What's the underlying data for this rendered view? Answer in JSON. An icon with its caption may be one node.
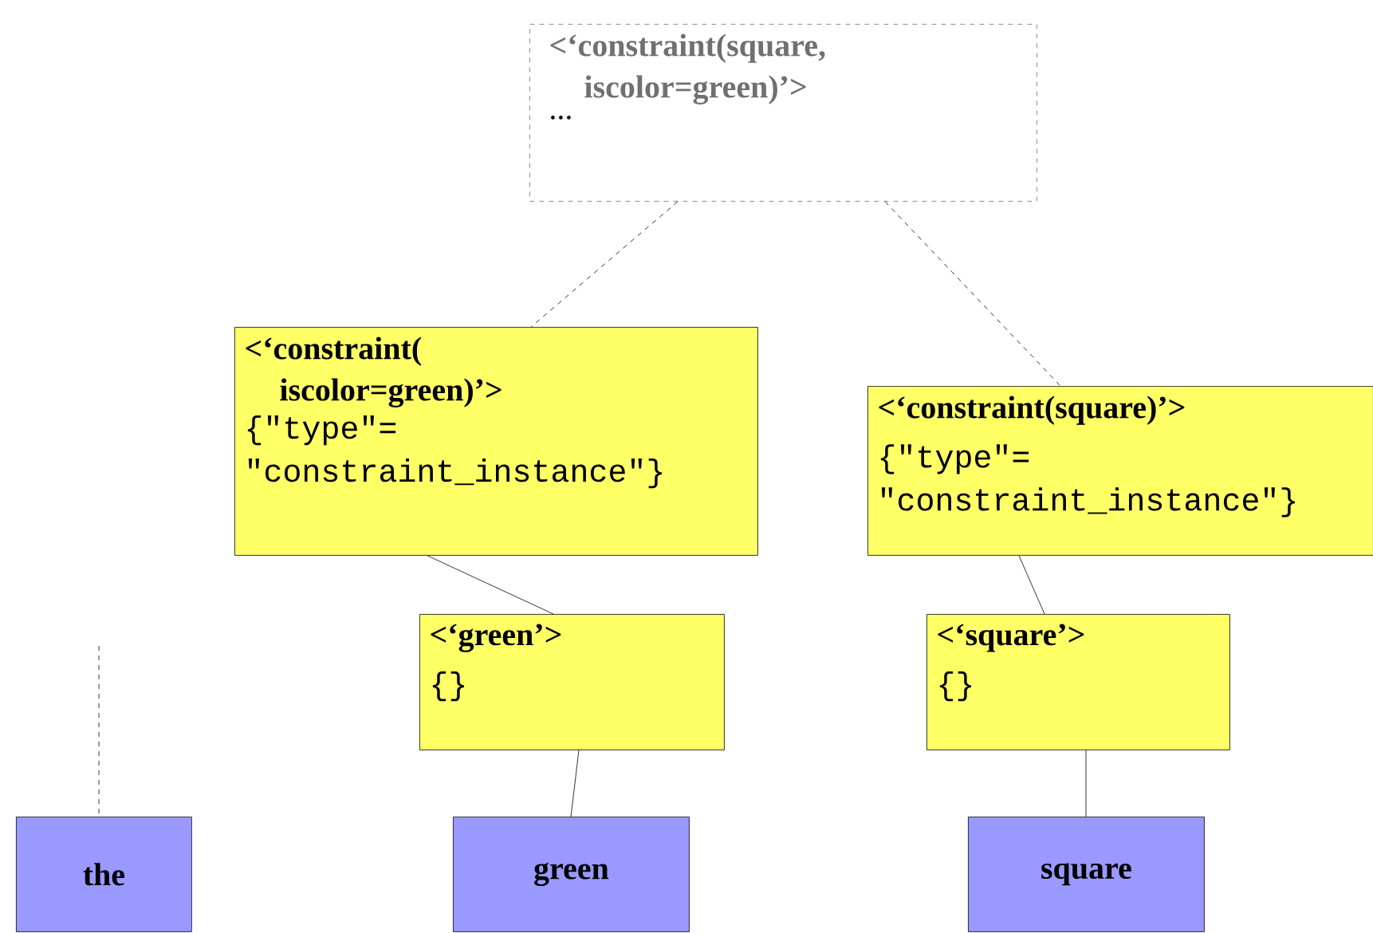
{
  "diagram": {
    "nodes": [
      {
        "text": [
          "<‘constraint(square, iscolor=green)’>",
          "..."
        ]
      },
      {
        "text": [
          "<‘constraint( iscolor=green)’>",
          "{\"type\"= \"constraint_instance\"}"
        ]
      },
      {
        "text": [
          "<‘constraint(square)’>",
          "{\"type\"= \"constraint_instance\"}"
        ]
      },
      {
        "text": [
          "<‘green’>",
          "{}"
        ]
      },
      {
        "text": [
          "<‘square’>",
          "{}"
        ]
      },
      {
        "text": [
          "the"
        ]
      },
      {
        "text": [
          "green"
        ]
      },
      {
        "text": [
          "square"
        ]
      }
    ],
    "edges": [
      {
        "from": 0,
        "to": 1,
        "arrow": "none",
        "style": "dashed"
      },
      {
        "from": 0,
        "to": 2,
        "arrow": "none",
        "style": "dashed"
      },
      {
        "from": 1,
        "to": 3,
        "arrow": "none"
      },
      {
        "from": 2,
        "to": 4,
        "arrow": "none"
      },
      {
        "from": 3,
        "to": 6,
        "arrow": "none"
      },
      {
        "from": 4,
        "to": 7,
        "arrow": "none"
      },
      {
        "from": null,
        "to": 5,
        "arrow": "none",
        "style": "dashed"
      }
    ]
  }
}
